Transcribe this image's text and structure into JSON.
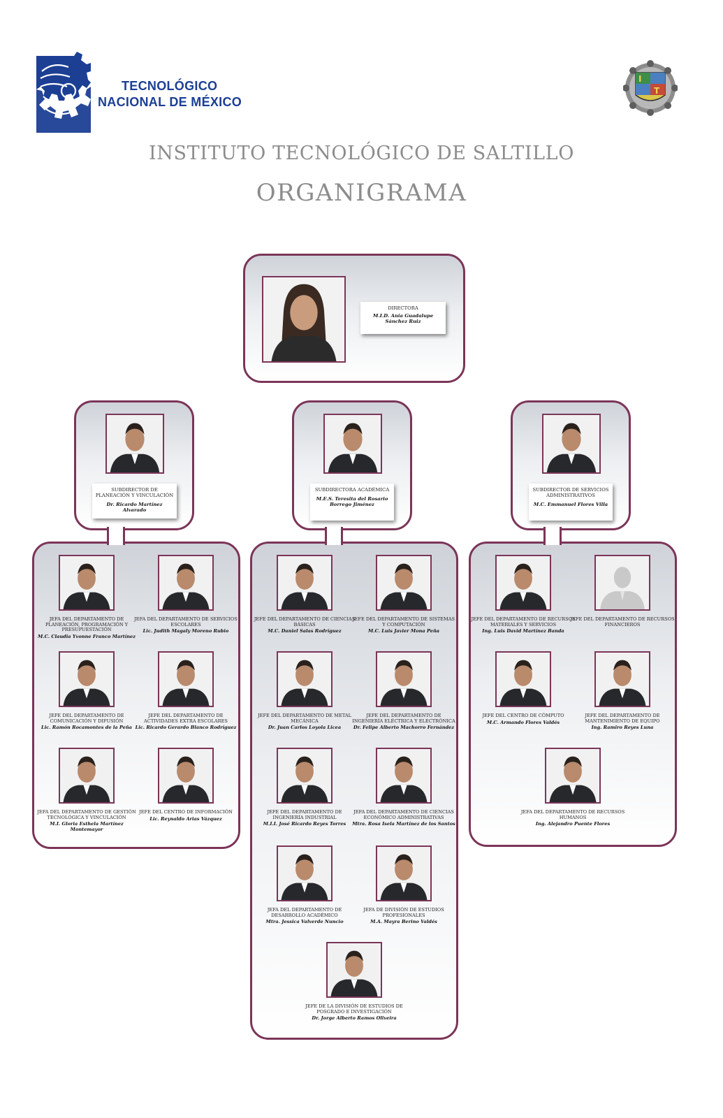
{
  "header": {
    "brand_line1": "TECNOLÓGICO",
    "brand_line2": "NACIONAL DE MÉXICO",
    "institute": "INSTITUTO TECNOLÓGICO DE SALTILLO",
    "title": "ORGANIGRAMA"
  },
  "director": {
    "role": "DIRECTORA",
    "name": "M.I.D. Ania Guadalupe Sánchez Ruiz"
  },
  "subdirectors": [
    {
      "role": "SUBDIRECTOR DE PLANEACIÓN Y VINCULACIÓN",
      "name": "Dr. Ricardo Martínez Alvarado"
    },
    {
      "role": "SUBDIRECTORA ACADÉMICA",
      "name": "M.E.S. Teresita del Rosario Borrego Jiménez"
    },
    {
      "role": "SUBDIRECTOR DE SERVICIOS ADMINISTRATIVOS",
      "name": "M.C. Emmanuel Flores Villa"
    }
  ],
  "left_heads": [
    {
      "role": "JEFA DEL DEPARTAMENTO DE PLANEACIÓN, PROGRAMACIÓN Y PRESUPUESTACIÓN",
      "name": "M.C. Claudia Yvonne Franco Martínez"
    },
    {
      "role": "JEFA DEL DEPARTAMENTO DE SERVICIOS ESCOLARES",
      "name": "Lic. Judith Magaly Moreno Rubio"
    },
    {
      "role": "JEFE DEL DEPARTAMENTO DE COMUNICACIÓN Y DIFUSIÓN",
      "name": "Lic. Ramón Rocamontes de la Peña"
    },
    {
      "role": "JEFE DEL DEPARTAMENTO DE ACTIVIDADES EXTRA ESCOLARES",
      "name": "Lic. Ricardo Gerardo Blanco Rodríguez"
    },
    {
      "role": "JEFA DEL DEPARTAMENTO DE GESTIÓN TECNOLÓGICA Y VINCULACIÓN",
      "name": "M.I. Gloria Esthela Martínez Montemayor"
    },
    {
      "role": "JEFE DEL CENTRO DE INFORMACIÓN",
      "name": "Lic. Reynaldo Arias Vázquez"
    }
  ],
  "center_heads": [
    {
      "role": "JEFE DEL DEPARTAMENTO DE CIENCIAS BÁSICAS",
      "name": "M.C. Daniel Salas Rodríguez"
    },
    {
      "role": "JEFE DEL DEPARTAMENTO DE SISTEMAS Y COMPUTACIÓN",
      "name": "M.C. Luis Javier Mona Peña"
    },
    {
      "role": "JEFE DEL DEPARTAMENTO DE METAL MECÁNICA",
      "name": "Dr. Juan Carlos Loyola Licea"
    },
    {
      "role": "JEFE DEL DEPARTAMENTO DE INGENIERÍA ELÉCTRICA Y ELECTRÓNICA",
      "name": "Dr. Felipe Alberto Machorro Fernández"
    },
    {
      "role": "JEFE DEL DEPARTAMENTO DE INGENIERÍA INDUSTRIAL",
      "name": "M.I.I. José Ricardo Reyes Torres"
    },
    {
      "role": "JEFA DEL DEPARTAMENTO DE CIENCIAS ECONÓMICO ADMINISTRATIVAS",
      "name": "Mtra. Rosa Isela Martínez de los Santos"
    },
    {
      "role": "JEFA DEL DEPARTAMENTO DE DESARROLLO ACADÉMICO",
      "name": "Mtra. Jessica Valverde Nuncio"
    },
    {
      "role": "JEFA DE DIVISIÓN DE ESTUDIOS PROFESIONALES",
      "name": "M.A. Mayra Berino Valdés"
    },
    {
      "role": "JEFE DE LA DIVISIÓN DE ESTUDIOS DE POSGRADO E INVESTIGACIÓN",
      "name": "Dr. Jorge Alberto Ramos Oliveira"
    }
  ],
  "right_heads": [
    {
      "role": "JEFE DEL DEPARTAMENTO DE RECURSOS MATERIALES Y SERVICIOS",
      "name": "Ing. Luis David Martínez Banda"
    },
    {
      "role": "JEFE DEL DEPARTAMENTO DE RECURSOS FINANCIEROS",
      "name": ""
    },
    {
      "role": "JEFE DEL CENTRO DE CÓMPUTO",
      "name": "M.C. Armando Flores Valdés"
    },
    {
      "role": "JEFE DEL DEPARTAMENTO DE MANTENIMIENTO DE EQUIPO",
      "name": "Ing. Ramiro Reyes Luna"
    },
    {
      "role": "JEFA DEL DEPARTAMENTO DE RECURSOS HUMANOS",
      "name": "Ing. Alejandro Puente Flores"
    }
  ],
  "colors": {
    "accent": "#7b3558",
    "brand": "#1c3f94",
    "title": "#8c8c8c"
  }
}
